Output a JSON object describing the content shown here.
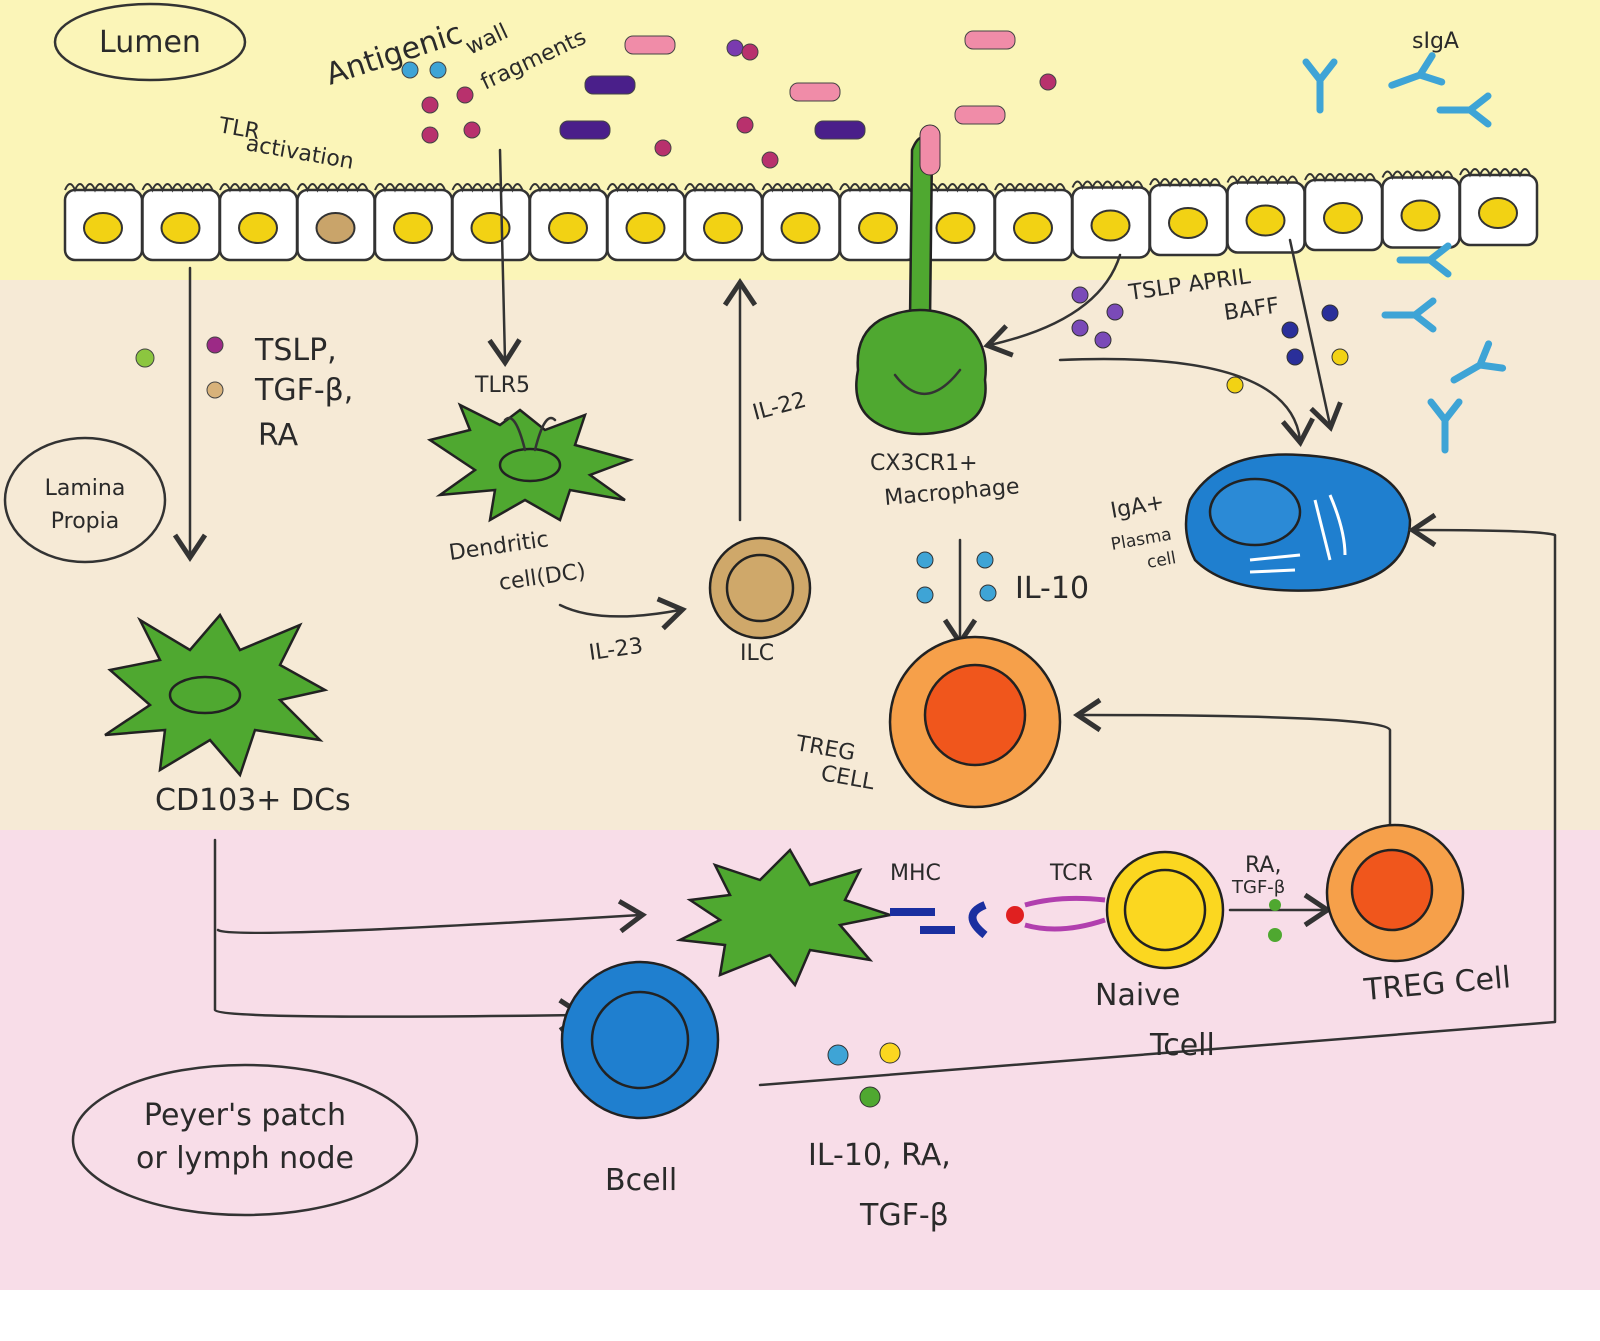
{
  "regions": {
    "lumen": "Lumen",
    "lamina_propria": [
      "Lamina",
      "Propia"
    ],
    "peyers_patch": [
      "Peyer's patch",
      "or lymph node"
    ]
  },
  "lumen_labels": {
    "antigenic": "Antigenic",
    "wall_fragments": [
      "wall",
      "fragments"
    ],
    "tlr_activation": [
      "TLR",
      "activation"
    ],
    "siga": "sIgA"
  },
  "lamina_labels": {
    "legend": [
      "TSLP,",
      "TGF-β,",
      "RA"
    ],
    "tlr5": "TLR5",
    "dc": [
      "Dendritic",
      "cell(DC)"
    ],
    "il22": "IL-22",
    "il23": "IL-23",
    "ilc": "ILC",
    "macrophage": [
      "CX3CR1+",
      "Macrophage"
    ],
    "tslp_april_baff": [
      "TSLP APRIL",
      "BAFF"
    ],
    "plasma_cell": [
      "IgA+",
      "Plasma",
      "cell"
    ],
    "il10": "IL-10",
    "treg_cell": [
      "TREG",
      "CELL"
    ],
    "cd103_dcs": "CD103+ DCs"
  },
  "patch_labels": {
    "mhc": "MHC",
    "tcr": "TCR",
    "ra_tgfb": [
      "RA,",
      "TGF-β"
    ],
    "naive_t": [
      "Naive",
      "Tcell"
    ],
    "treg": "TREG Cell",
    "bcell": "Bcell",
    "cytokines": [
      "IL-10, RA,",
      "TGF-β"
    ]
  },
  "colors": {
    "lumen_bg": "#fbf5b8",
    "lamina_bg": "#f6ead6",
    "patch_bg": "#f8dde8",
    "nucleus": "#f2d214",
    "dc_green": "#4fa830",
    "treg_orange": "#f6a04a",
    "treg_nucleus": "#f0561c",
    "b_cell_blue": "#1f7fcf",
    "ilc_tan": "#cfa86a",
    "antibody_blue": "#3ea4d6"
  }
}
